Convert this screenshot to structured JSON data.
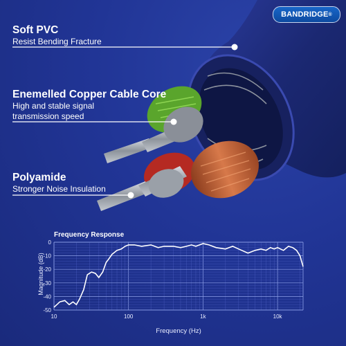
{
  "brand": {
    "name": "BANDRIDGE",
    "mark": "®"
  },
  "features": [
    {
      "title": "Soft PVC",
      "subtitle_lines": [
        "Resist Bending Fracture"
      ]
    },
    {
      "title": "Enemelled Copper Cable Core",
      "subtitle_lines": [
        "High and stable signal",
        "transmission speed"
      ]
    },
    {
      "title": "Polyamide",
      "subtitle_lines": [
        "Stronger Noise Insulation"
      ]
    }
  ],
  "colors": {
    "background": "#1f3290",
    "cable": "#1c2a78",
    "copper": "#c2663a",
    "green_wire": "#7ccf3c",
    "red_wire": "#c7342a",
    "shielding": "#8a8f98"
  },
  "chart_data": {
    "type": "line",
    "title": "Frequency Response",
    "xlabel": "Frequency (Hz)",
    "ylabel": "Magnitude (dB)",
    "xscale": "log",
    "xlim": [
      10,
      22000
    ],
    "ylim": [
      -50,
      0
    ],
    "xticks": [
      "10",
      "100",
      "1k",
      "10k"
    ],
    "yticks": [
      "0",
      "-10",
      "-20",
      "-30",
      "-40",
      "-50"
    ],
    "grid": true,
    "series": [
      {
        "x": [
          10,
          12,
          14,
          16,
          18,
          20,
          22,
          25,
          28,
          32,
          36,
          40,
          45,
          50,
          55,
          60,
          70,
          80,
          90,
          100,
          120,
          150,
          200,
          250,
          300,
          400,
          500,
          600,
          700,
          800,
          1000,
          1200,
          1500,
          2000,
          2500,
          3000,
          4000,
          5000,
          6000,
          7000,
          8000,
          9000,
          10000,
          12000,
          14000,
          16000,
          18000,
          20000,
          22000
        ],
        "y": [
          -48,
          -44,
          -43,
          -46,
          -44,
          -46,
          -42,
          -35,
          -24,
          -22,
          -23,
          -26,
          -22,
          -15,
          -12,
          -9,
          -6,
          -5,
          -3,
          -2,
          -2,
          -3,
          -2,
          -4,
          -3,
          -3,
          -4,
          -3,
          -2,
          -3,
          -1,
          -2,
          -4,
          -5,
          -3,
          -5,
          -8,
          -6,
          -5,
          -6,
          -4,
          -5,
          -4,
          -6,
          -3,
          -4,
          -6,
          -10,
          -18
        ]
      }
    ]
  }
}
